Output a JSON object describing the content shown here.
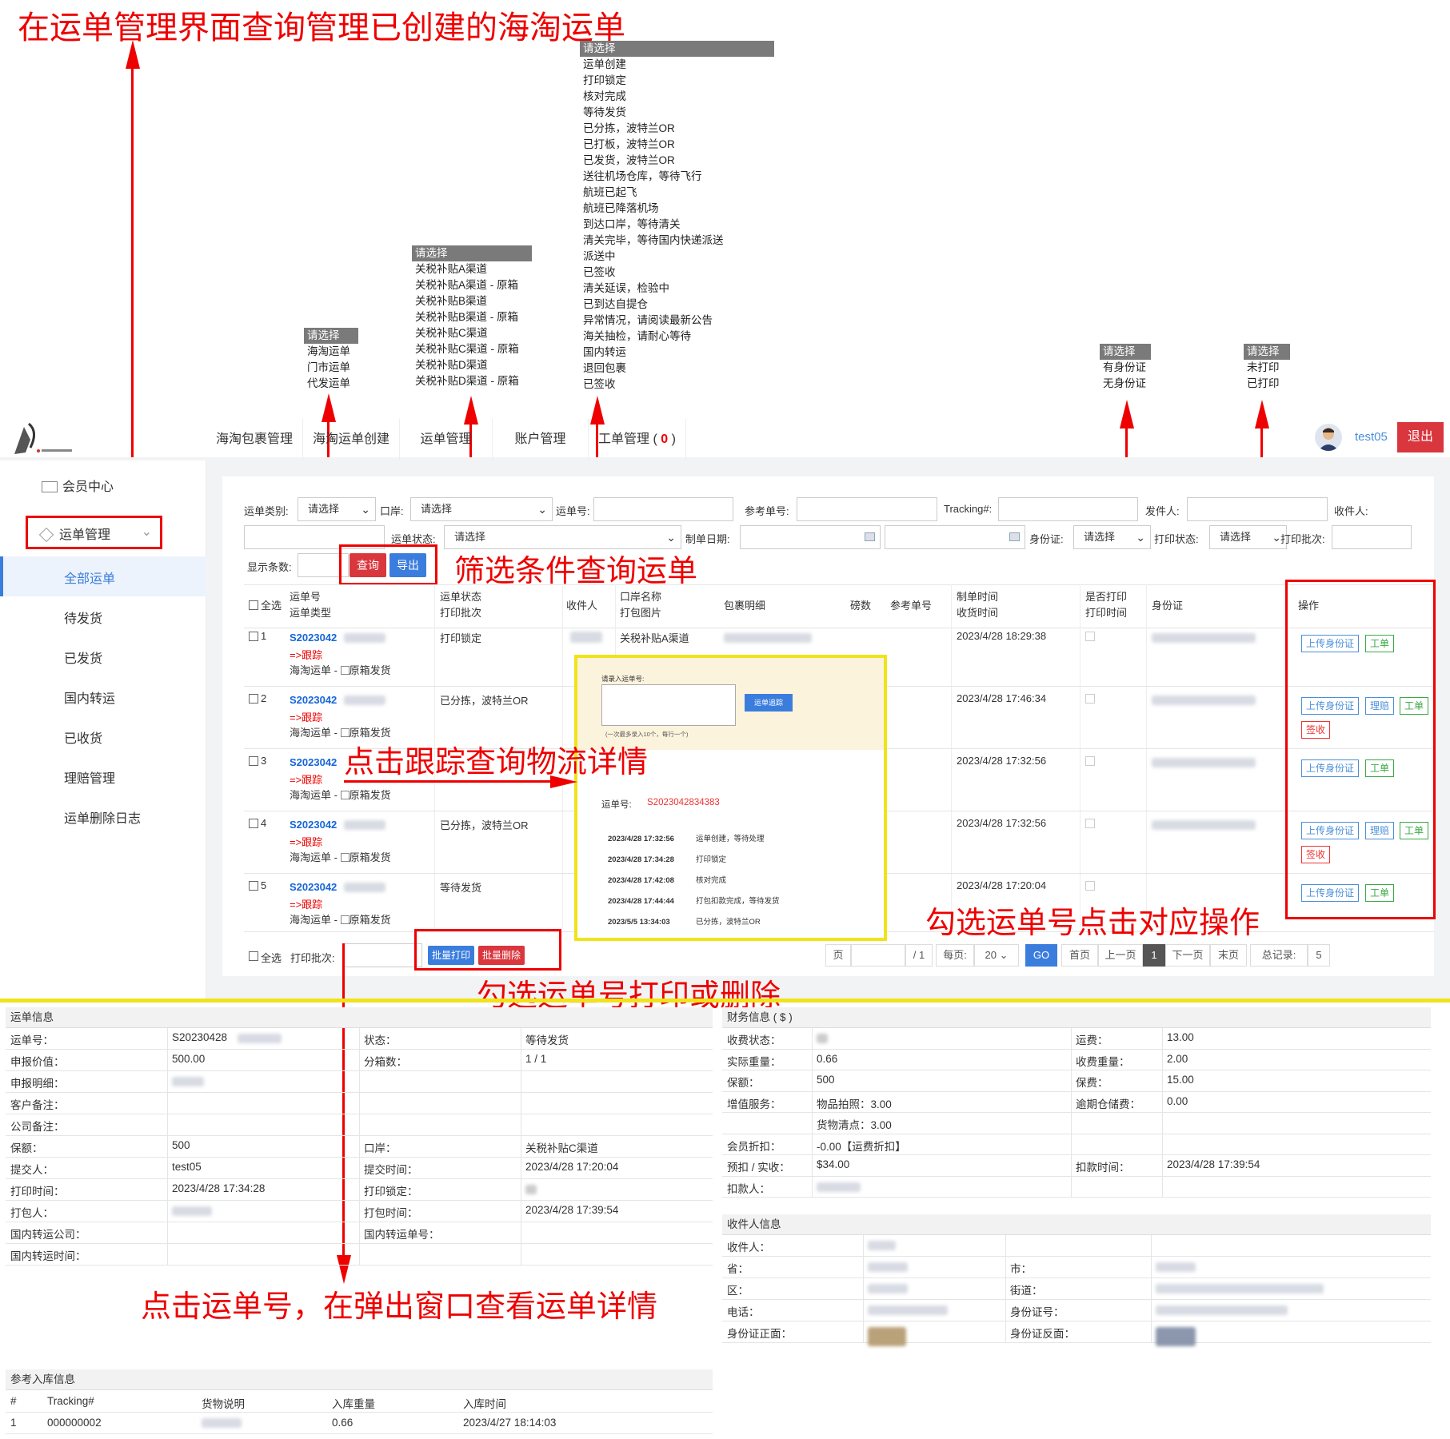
{
  "annotations": {
    "main_title": "在运单管理界面查询管理已创建的海淘运单",
    "filter_note": "筛选条件查询运单",
    "track_note": "点击跟踪查询物流详情",
    "ops_note": "勾选运单号点击对应操作",
    "batch_note": "勾选运单号打印或删除",
    "detail_note": "点击运单号，在弹出窗口查看运单详情"
  },
  "dropdowns": {
    "type": {
      "header": "请选择",
      "items": [
        "海淘运单",
        "门市运单",
        "代发运单"
      ]
    },
    "port": {
      "header": "请选择",
      "items": [
        "关税补贴A渠道",
        "关税补贴A渠道 - 原箱",
        "关税补贴B渠道",
        "关税补贴B渠道 - 原箱",
        "关税补贴C渠道",
        "关税补贴C渠道 - 原箱",
        "关税补贴D渠道",
        "关税补贴D渠道 - 原箱"
      ]
    },
    "status": {
      "header": "请选择",
      "items": [
        "运单创建",
        "打印锁定",
        "核对完成",
        "等待发货",
        "已分拣，波特兰OR",
        "已打板，波特兰OR",
        "已发货，波特兰OR",
        "送往机场仓库，等待飞行",
        "航班已起飞",
        "航班已降落机场",
        "到达口岸，等待清关",
        "清关完毕，等待国内快递派送",
        "派送中",
        "已签收",
        "清关延误，检验中",
        "已到达自提仓",
        "异常情况，请阅读最新公告",
        "海关抽检，请耐心等待",
        "国内转运",
        "退回包裹",
        "已签收"
      ]
    },
    "id": {
      "header": "请选择",
      "items": [
        "有身份证",
        "无身份证"
      ]
    },
    "print": {
      "header": "请选择",
      "items": [
        "未打印",
        "已打印"
      ]
    }
  },
  "nav": {
    "tabs": [
      "海淘包裹管理",
      "海淘运单创建",
      "运单管理",
      "账户管理",
      "工单管理 ( ",
      "0",
      " )"
    ],
    "user": "test05",
    "logout": "退出"
  },
  "sidebar": {
    "member": "会员中心",
    "waybill": "运单管理",
    "items": [
      "全部运单",
      "待发货",
      "已发货",
      "国内转运",
      "已收货",
      "理赔管理",
      "运单删除日志"
    ]
  },
  "filters": {
    "type_label": "运单类别:",
    "type_value": "请选择",
    "port_label": "口岸:",
    "port_value": "请选择",
    "no_label": "运单号:",
    "ref_label": "参考单号:",
    "tracking_label": "Tracking#:",
    "sender_label": "发件人:",
    "receiver_label": "收件人:",
    "status_label": "运单状态:",
    "status_value": "请选择",
    "date_label": "制单日期:",
    "id_label": "身份证:",
    "id_value": "请选择",
    "print_label": "打印状态:",
    "print_value": "请选择",
    "batch_label": "打印批次:",
    "count_label": "显示条数:",
    "query": "查询",
    "export": "导出"
  },
  "table": {
    "headers": {
      "all": "全选",
      "no": [
        "运单号",
        "运单类型"
      ],
      "status": [
        "运单状态",
        "打印批次"
      ],
      "receiver": "收件人",
      "port": [
        "口岸名称",
        "打包图片"
      ],
      "detail": "包裹明细",
      "lbs": "磅数",
      "ref": "参考单号",
      "time": [
        "制单时间",
        "收货时间"
      ],
      "printed": [
        "是否打印",
        "打印时间"
      ],
      "idcard": "身份证",
      "ops": "操作"
    },
    "rows": [
      {
        "idx": "1",
        "no": "S2023042",
        "track": "=>跟踪",
        "type": "海淘运单 - ",
        "box": "原箱发货",
        "status": "打印锁定",
        "port": "关税补贴A渠道",
        "time": "2023/4/28 18:29:38",
        "ops": [
          "上传身份证",
          "工单"
        ]
      },
      {
        "idx": "2",
        "no": "S2023042",
        "track": "=>跟踪",
        "type": "海淘运单 - ",
        "box": "原箱发货",
        "status": "已分拣，波特兰OR",
        "port": "",
        "time": "2023/4/28 17:46:34",
        "ops": [
          "上传身份证",
          "理赔",
          "工单",
          "签收"
        ]
      },
      {
        "idx": "3",
        "no": "S2023042",
        "track": "=>跟踪",
        "type": "海淘运单 - ",
        "box": "原箱发货",
        "status": "",
        "port": "",
        "time": "2023/4/28 17:32:56",
        "ops": [
          "上传身份证",
          "工单"
        ]
      },
      {
        "idx": "4",
        "no": "S2023042",
        "track": "=>跟踪",
        "type": "海淘运单 - ",
        "box": "原箱发货",
        "status": "已分拣，波特兰OR",
        "port": "",
        "time": "2023/4/28 17:32:56",
        "ops": [
          "上传身份证",
          "理赔",
          "工单",
          "签收"
        ]
      },
      {
        "idx": "5",
        "no": "S2023042",
        "track": "=>跟踪",
        "type": "海淘运单 - ",
        "box": "原箱发货",
        "status": "等待发货",
        "port": "",
        "time": "2023/4/28 17:20:04",
        "ops": [
          "上传身份证",
          "工单"
        ]
      }
    ],
    "footer": {
      "all": "全选",
      "batch": "打印批次:",
      "print": "批量打印",
      "delete": "批量删除"
    }
  },
  "tracking_popup": {
    "input_label": "请录入运单号:",
    "button": "运单追踪",
    "hint": "(一次最多录入10个，每行一个)",
    "no_label": "运单号:",
    "no": "S2023042834383",
    "events": [
      {
        "time": "2023/4/28 17:32:56",
        "text": "运单创建，等待处理"
      },
      {
        "time": "2023/4/28 17:34:28",
        "text": "打印锁定"
      },
      {
        "time": "2023/4/28 17:42:08",
        "text": "核对完成"
      },
      {
        "time": "2023/4/28 17:44:44",
        "text": "打包扣款完成，等待发货"
      },
      {
        "time": "2023/5/5 13:34:03",
        "text": "已分拣，波特兰OR"
      }
    ]
  },
  "pager": {
    "page": "页",
    "total_pages": "/ 1",
    "per_page": "每页:",
    "per_page_value": "20",
    "go": "GO",
    "first": "首页",
    "prev": "上一页",
    "current": "1",
    "next": "下一页",
    "last": "末页",
    "total_label": "总记录:",
    "total": "5"
  },
  "waybill_info": {
    "title": "运单信息",
    "rows": [
      [
        "运单号：",
        "S20230428",
        "状态：",
        "等待发货"
      ],
      [
        "申报价值：",
        "500.00",
        "分箱数：",
        "1 / 1"
      ],
      [
        "申报明细：",
        "",
        "",
        ""
      ],
      [
        "客户备注：",
        "",
        "",
        ""
      ],
      [
        "公司备注：",
        "",
        "",
        ""
      ],
      [
        "保额：",
        "500",
        "口岸：",
        "关税补贴C渠道"
      ],
      [
        "提交人：",
        "test05",
        "提交时间：",
        "2023/4/28 17:20:04"
      ],
      [
        "打印时间：",
        "2023/4/28 17:34:28",
        "打印锁定：",
        ""
      ],
      [
        "打包人：",
        "",
        "打包时间：",
        "2023/4/28 17:39:54"
      ],
      [
        "国内转运公司：",
        "",
        "国内转运单号：",
        ""
      ],
      [
        "国内转运时间：",
        "",
        "",
        ""
      ]
    ]
  },
  "finance_info": {
    "title": "财务信息 ( $ )",
    "rows": [
      [
        "收费状态：",
        "",
        "运费：",
        "13.00"
      ],
      [
        "实际重量：",
        "0.66",
        "收费重量：",
        "2.00"
      ],
      [
        "保额：",
        "500",
        "保费：",
        "15.00"
      ],
      [
        "增值服务：",
        "物品拍照：3.00",
        "逾期仓储费：",
        "0.00"
      ],
      [
        "",
        "货物清点：3.00",
        "",
        ""
      ],
      [
        "会员折扣：",
        "-0.00【运费折扣】",
        "",
        ""
      ],
      [
        "预扣 / 实收：",
        "$34.00",
        "扣款时间：",
        "2023/4/28 17:39:54"
      ],
      [
        "扣款人：",
        "",
        "",
        ""
      ]
    ]
  },
  "receiver_info": {
    "title": "收件人信息",
    "rows": [
      [
        "收件人：",
        "",
        "",
        ""
      ],
      [
        "省：",
        "",
        "市：",
        ""
      ],
      [
        "区：",
        "",
        "街道：",
        ""
      ],
      [
        "电话：",
        "",
        "身份证号：",
        ""
      ],
      [
        "身份证正面：",
        "",
        "身份证反面：",
        ""
      ]
    ]
  },
  "ref_info": {
    "title": "参考入库信息",
    "headers": [
      "#",
      "Tracking#",
      "货物说明",
      "入库重量",
      "入库时间"
    ],
    "row": [
      "1",
      "000000002",
      "",
      "0.66",
      "2023/4/27 18:14:03"
    ]
  },
  "colors": {
    "red": "#e00000",
    "blue_btn": "#3b7ddd",
    "red_btn": "#d9363e",
    "yellow": "#f0e31a"
  }
}
